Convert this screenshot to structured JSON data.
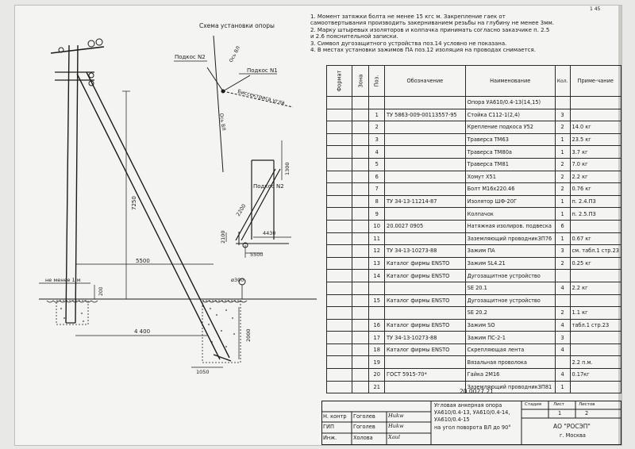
{
  "page_num": "1 45",
  "notes": [
    "1. Момент затяжки болта не менее 15 кгс м. Закрепление гаек от",
    "самоотвертывания производить закерниванием резьбы на глубину не менее 3мм.",
    "2. Марку штыревых изоляторов и колпачка принимать согласно заказчике п. 2.5",
    "и 2.6 пояснительной записки.",
    "3. Символ дугозащитного устройства поз.14 условно не показана.",
    "4. В местах установки зажимов ПА поз.12 изоляция на проводах снимается."
  ],
  "drawing": {
    "scheme_title": "Схема установки опоры",
    "podkos_n2": "Подкос N2",
    "podkos_n1": "Подкос N1",
    "vl_label_1": "Ось ВЛ",
    "vl_label_2": "Ось ВЛ",
    "bisector": "Биссектриса угла",
    "podkos_n2_detail": "Подкос N2",
    "dim_7250": "7250",
    "dim_1300": "1300",
    "dim_2200": "2200",
    "dim_2100": "2100",
    "dim_4430": "4430",
    "dim_5500_small": "5500",
    "dim_5500": "5500",
    "dim_not_less": "не менее 1 м",
    "dim_200": "200",
    "dim_4400": "4 400",
    "dim_2000": "2000",
    "dim_1050": "1050",
    "dim_b300": "ø300"
  },
  "spec": {
    "headers": {
      "format": "Формат",
      "zone": "Зона",
      "pos": "Поз.",
      "designation": "Обозначение",
      "name": "Наименование",
      "qty": "Кол.",
      "note": "Приме-чание"
    },
    "rows": [
      {
        "pos": "",
        "designation": "",
        "name": "Опора УА610/0.4-13(14,15)",
        "qty": "",
        "note": ""
      },
      {
        "pos": "1",
        "designation": "ТУ 5863-009-00113557-95",
        "name": "Стойка С112-1(2,4)",
        "qty": "3",
        "note": ""
      },
      {
        "pos": "2",
        "designation": "",
        "name": "Крепление подкоса У52",
        "qty": "2",
        "note": "14.0 кг"
      },
      {
        "pos": "3",
        "designation": "",
        "name": "Траверса ТМ63",
        "qty": "1",
        "note": "23.5 кг"
      },
      {
        "pos": "4",
        "designation": "",
        "name": "Траверса ТМ80а",
        "qty": "1",
        "note": "3.7 кг"
      },
      {
        "pos": "5",
        "designation": "",
        "name": "Траверса ТМ81",
        "qty": "2",
        "note": "7.0 кг"
      },
      {
        "pos": "6",
        "designation": "",
        "name": "Хомут Х51",
        "qty": "2",
        "note": "2.2 кг"
      },
      {
        "pos": "7",
        "designation": "",
        "name": "Болт М16х220.46",
        "qty": "2",
        "note": "0.76 кг"
      },
      {
        "pos": "8",
        "designation": "ТУ 34-13-11214-87",
        "name": "Изолятор ШФ-20Г",
        "qty": "1",
        "note": "п. 2.4.ПЗ"
      },
      {
        "pos": "9",
        "designation": "",
        "name": "Колпачок",
        "qty": "1",
        "note": "п. 2.5.ПЗ"
      },
      {
        "pos": "10",
        "designation": "20.0027 0905",
        "name": "Натяжная изолиров. подвеска",
        "qty": "6",
        "note": ""
      },
      {
        "pos": "11",
        "designation": "",
        "name": "Заземляющий проводникЗП76",
        "qty": "1",
        "note": "0.67 кг"
      },
      {
        "pos": "12",
        "designation": "ТУ 34-13-10273-88",
        "name": "Зажим ПА",
        "qty": "3",
        "note": "см. табл.1 стр.23"
      },
      {
        "pos": "13",
        "designation": "Каталог фирмы ENSTO",
        "name": "Зажим SL4.21",
        "qty": "2",
        "note": "0.25 кг"
      },
      {
        "pos": "14",
        "designation": "Каталог фирмы ENSTO",
        "name": "Дугозащитное устройство",
        "qty": "",
        "note": ""
      },
      {
        "pos": "",
        "designation": "",
        "name": "SE 20.1",
        "qty": "4",
        "note": "2.2 кг"
      },
      {
        "pos": "15",
        "designation": "Каталог фирмы ENSTO",
        "name": "Дугозащитное устройство",
        "qty": "",
        "note": ""
      },
      {
        "pos": "",
        "designation": "",
        "name": "SE 20.2",
        "qty": "2",
        "note": "1.1 кг"
      },
      {
        "pos": "16",
        "designation": "Каталог фирмы ENSTO",
        "name": "Зажим SO",
        "qty": "4",
        "note": "табл.1 стр.23"
      },
      {
        "pos": "17",
        "designation": "ТУ 34-13-10273-88",
        "name": "Зажим ПС-2-1",
        "qty": "3",
        "note": ""
      },
      {
        "pos": "18",
        "designation": "Каталог фирмы ENSTO",
        "name": "Скрепляющая лента",
        "qty": "4",
        "note": ""
      },
      {
        "pos": "19",
        "designation": "",
        "name": "Вязальная проволока",
        "qty": "",
        "note": "2.2 п.м."
      },
      {
        "pos": "20",
        "designation": "ГОСТ 5915-70*",
        "name": "Гайка 2М16",
        "qty": "4",
        "note": "0.17кг"
      },
      {
        "pos": "21",
        "designation": "",
        "name": "Заземляющий проводникЗП81",
        "qty": "1",
        "note": ""
      }
    ]
  },
  "titleblock": {
    "code": "20.0027 21",
    "title_lines": [
      "Угловая анкерная опора",
      "УА610/0.4-13, УА610/0.4-14,",
      "УА610/0.4-15",
      "на угол поворота ВЛ до 90°"
    ],
    "stage_h": "Стадия",
    "sheet_h": "Лист",
    "sheets_h": "Листов",
    "stage": "",
    "sheet": "1",
    "sheets": "2",
    "company": "АО \"РОСЭП\"",
    "city": "г. Москва",
    "signers": [
      {
        "role": "Н. контр",
        "name": "Гоголев",
        "sig": "Hukw"
      },
      {
        "role": "ГИП",
        "name": "Гоголев",
        "sig": "Hukw"
      },
      {
        "role": "Инж.",
        "name": "Холова",
        "sig": "Xaul"
      }
    ]
  }
}
